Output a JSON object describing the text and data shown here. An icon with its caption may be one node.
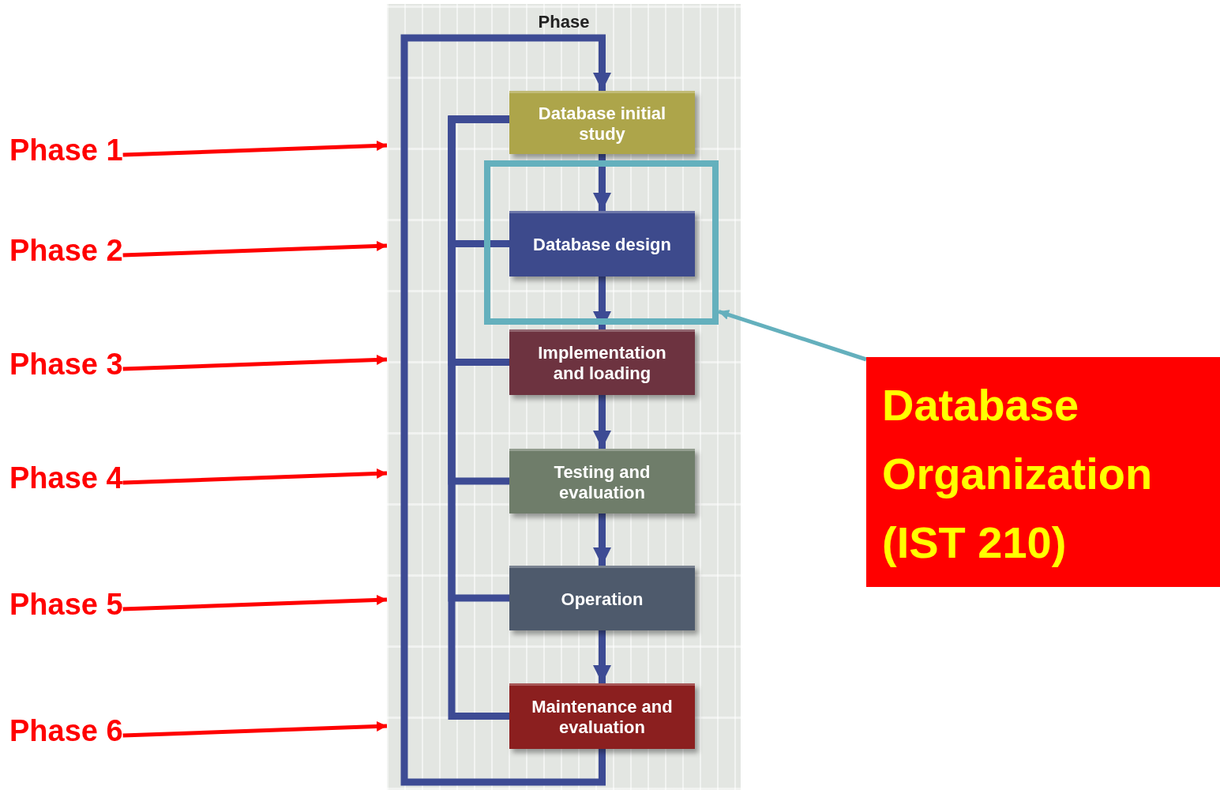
{
  "diagram": {
    "nodes": [
      {
        "text": [
          "Phase"
        ]
      },
      {
        "text": [
          "Database initial study"
        ],
        "in": 0
      },
      {
        "text": [
          "Database design"
        ],
        "in": 7
      },
      {
        "text": [
          "Implementation and loading"
        ],
        "in": 0
      },
      {
        "text": [
          "Testing and evaluation"
        ],
        "in": 0
      },
      {
        "text": [
          "Operation"
        ],
        "in": 0
      },
      {
        "text": [
          "Maintenance and evaluation"
        ],
        "in": 0
      },
      {
        "text": [],
        "shape": "box",
        "in": 0
      },
      {
        "text": [
          "Phase 1"
        ]
      },
      {
        "text": [
          "Phase 2"
        ]
      },
      {
        "text": [
          "Phase 3"
        ]
      },
      {
        "text": [
          "Phase 4"
        ]
      },
      {
        "text": [
          "Phase 5"
        ]
      },
      {
        "text": [
          "Phase 6"
        ]
      },
      {
        "text": [
          "Database Organization (IST 210)"
        ]
      }
    ],
    "edges": [
      {
        "from": 1,
        "to": 2,
        "arrow": "to"
      },
      {
        "from": 2,
        "to": 3,
        "arrow": "to"
      },
      {
        "from": 3,
        "to": 4,
        "arrow": "to"
      },
      {
        "from": 4,
        "to": 5,
        "arrow": "to"
      },
      {
        "from": 5,
        "to": 6,
        "arrow": "to"
      },
      {
        "from": 6,
        "to": 1,
        "arrow": "to"
      },
      {
        "from": 1,
        "to": 2,
        "arrow": "none"
      },
      {
        "from": 1,
        "to": 3,
        "arrow": "none"
      },
      {
        "from": 1,
        "to": 4,
        "arrow": "none"
      },
      {
        "from": 1,
        "to": 5,
        "arrow": "none"
      },
      {
        "from": 1,
        "to": 6,
        "arrow": "none"
      },
      {
        "from": 8,
        "to": 0,
        "arrow": "to",
        "color": "#ff0000"
      },
      {
        "from": 9,
        "to": 0,
        "arrow": "to",
        "color": "#ff0000"
      },
      {
        "from": 10,
        "to": 0,
        "arrow": "to",
        "color": "#ff0000"
      },
      {
        "from": 11,
        "to": 0,
        "arrow": "to",
        "color": "#ff0000"
      },
      {
        "from": 12,
        "to": 0,
        "arrow": "to",
        "color": "#ff0000"
      },
      {
        "from": 13,
        "to": 0,
        "arrow": "to",
        "color": "#ff0000"
      },
      {
        "from": 14,
        "to": 7,
        "arrow": "to",
        "color": "#64b0bd"
      }
    ]
  }
}
